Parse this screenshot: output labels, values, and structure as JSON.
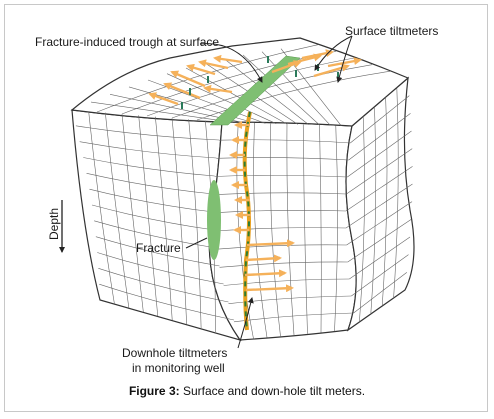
{
  "labels": {
    "trough": "Fracture-induced trough at surface",
    "surface_tiltmeters": "Surface tiltmeters",
    "depth": "Depth",
    "fracture": "Fracture",
    "downhole_line1": "Downhole tiltmeters",
    "downhole_line2": "in monitoring well"
  },
  "caption": {
    "figure_label": "Figure 3:",
    "text": " Surface and down-hole tilt meters."
  },
  "colors": {
    "grid": "#555555",
    "fracture": "#7fbf72",
    "arrow": "#f5b15a",
    "well": "#e8a020",
    "well_dash": "#2f7d2f",
    "tiltmeter": "#2a7a5a"
  }
}
